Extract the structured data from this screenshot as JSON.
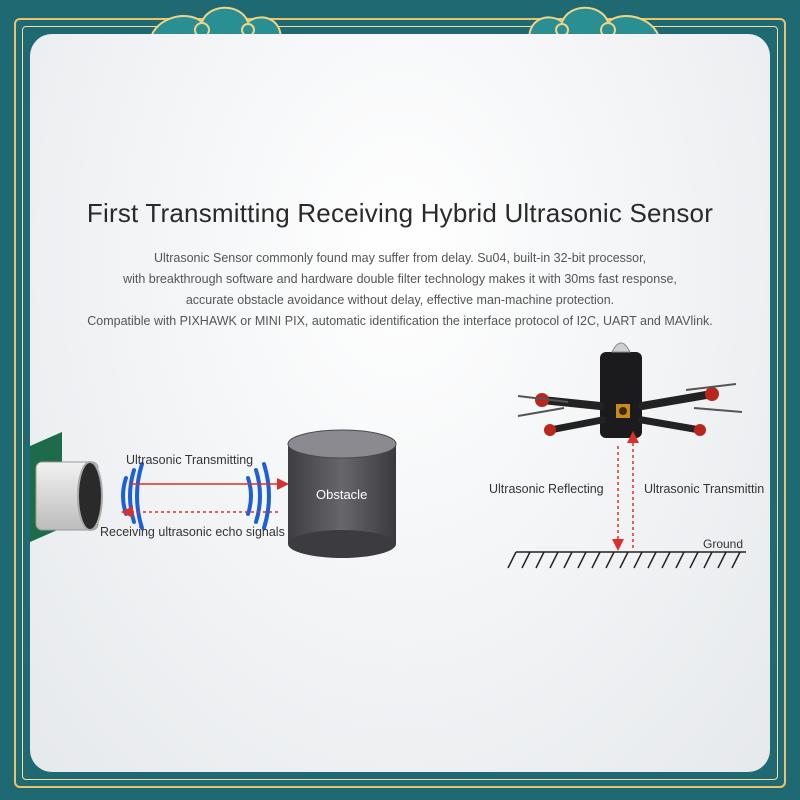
{
  "heading": "First Transmitting Receiving Hybrid Ultrasonic Sensor",
  "description": [
    "Ultrasonic Sensor commonly found may suffer from delay. Su04, built-in 32-bit processor,",
    "with breakthrough software and hardware double filter technology makes it with 30ms fast response,",
    "accurate obstacle avoidance without delay, effective man-machine protection.",
    "Compatible with PIXHAWK or MINI PIX, automatic identification the interface protocol of I2C, UART and MAVlink."
  ],
  "left_diagram": {
    "transmit_label": "Ultrasonic Transmitting",
    "receive_label": "Receiving ultrasonic echo signals",
    "obstacle_label": "Obstacle"
  },
  "right_diagram": {
    "reflect_label": "Ultrasonic Reflecting",
    "transmit_label": "Ultrasonic Transmittin",
    "ground_label": "Ground"
  },
  "colors": {
    "frame_background": "#1f6a72",
    "frame_border": "#e8c46a",
    "wave_blue": "#1f5fd6",
    "arrow_red": "#d9302c",
    "obstacle_gray": "#505055"
  }
}
